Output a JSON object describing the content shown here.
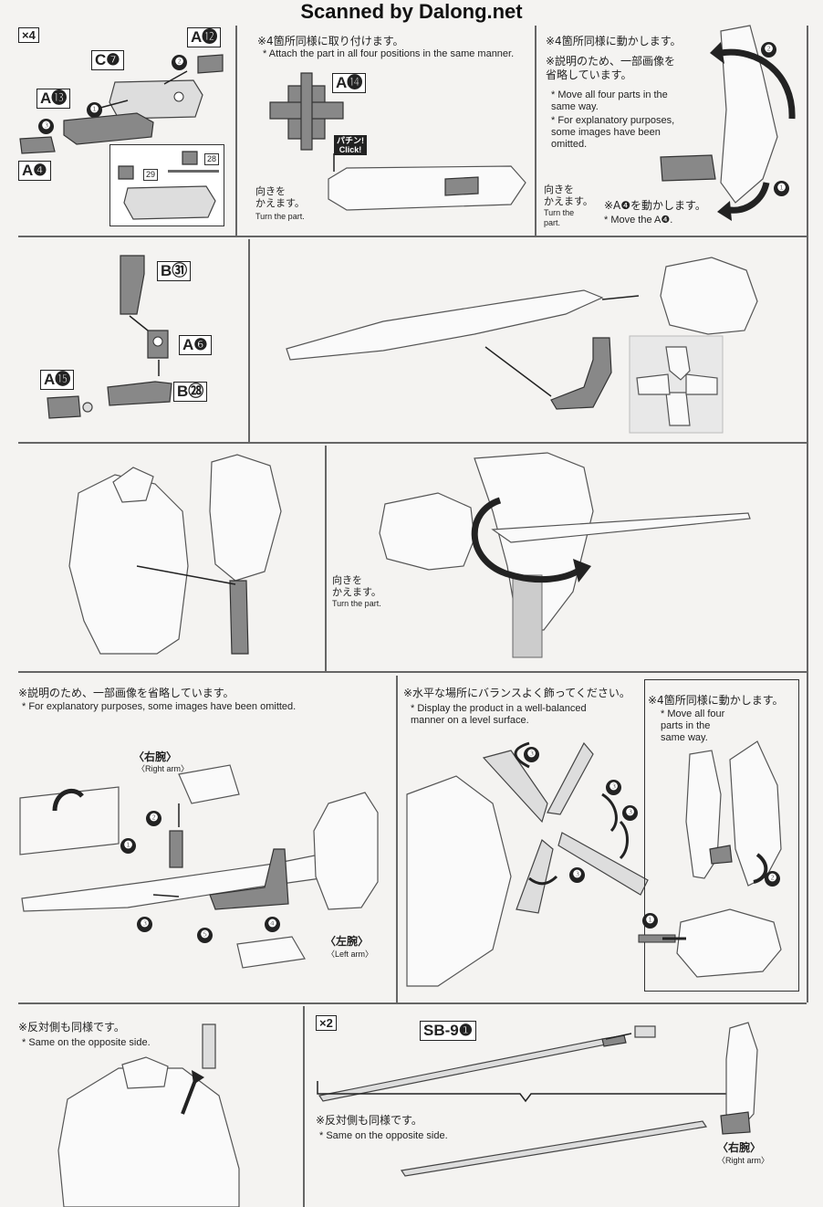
{
  "header": {
    "watermark": "Scanned by Dalong.net"
  },
  "section1": {
    "multiplier": "×4",
    "parts": {
      "a12": "A⓬",
      "c7": "C❼",
      "a13": "A⓭",
      "a4": "A❹",
      "ref28": "28",
      "ref29": "29"
    },
    "steps": [
      "❶",
      "❷",
      "❸"
    ],
    "mid_jp": "※4箇所同様に取り付けます。",
    "mid_en": "* Attach the part in all four positions in the same manner.",
    "a14": "A⓮",
    "click_jp": "パチン!",
    "click_en": "Click!",
    "turn_jp": "向きを\nかえます。",
    "turn_en": "Turn the part.",
    "right_jp1": "※4箇所同様に動かします。",
    "right_jp2": "※説明のため、一部画像を\n省略しています。",
    "right_en1": "* Move all four parts in the\nsame way.",
    "right_en2": "* For explanatory purposes,\nsome images have been\nomitted.",
    "turn2_jp": "向きを\nかえます。",
    "turn2_en": "Turn the\npart.",
    "move_jp": "※A❹を動かします。",
    "move_en": "* Move the A❹."
  },
  "section2": {
    "b31": "B㉛",
    "a6": "A❻",
    "a15": "A⓯",
    "b28": "B㉘"
  },
  "section3": {
    "turn_jp": "向きを\nかえます。",
    "turn_en": "Turn the part."
  },
  "section4": {
    "left_jp": "※説明のため、一部画像を省略しています。",
    "left_en": "* For explanatory purposes, some images have been omitted.",
    "right_arm_jp": "〈右腕〉",
    "right_arm_en": "〈Right arm〉",
    "left_arm_jp": "〈左腕〉",
    "left_arm_en": "〈Left arm〉",
    "steps": [
      "❶",
      "❷",
      "❸",
      "❹",
      "❺"
    ],
    "mid_jp": "※水平な場所にバランスよく飾ってください。",
    "mid_en": "* Display the product in a well-balanced\nmanner on a level surface.",
    "right_jp": "※4箇所同様に動かします。",
    "right_en": "* Move all four\nparts in the\nsame way."
  },
  "section5": {
    "left_jp": "※反対側も同様です。",
    "left_en": "* Same on the opposite side.",
    "multiplier": "×2",
    "sb9": "SB-9❶",
    "mid_jp": "※反対側も同様です。",
    "mid_en": "* Same on the opposite side.",
    "right_arm_jp": "〈右腕〉",
    "right_arm_en": "〈Right arm〉"
  }
}
